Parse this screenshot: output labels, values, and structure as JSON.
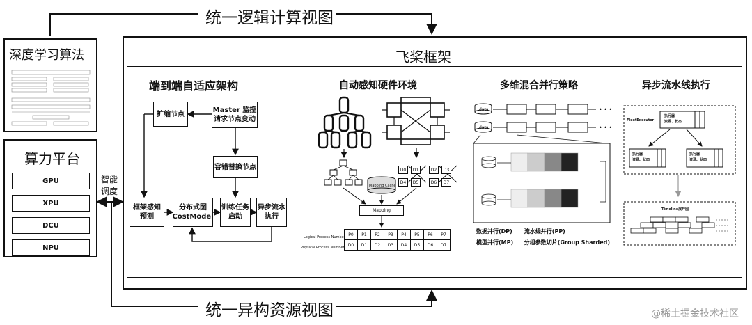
{
  "top_label": "统一逻辑计算视图",
  "bottom_label": "统一异构资源视图",
  "left": {
    "dl_title": "深度学习算法",
    "compute_title": "算力平台",
    "hardware": [
      "GPU",
      "XPU",
      "DCU",
      "NPU"
    ],
    "scheduler": [
      "智能",
      "调度"
    ]
  },
  "framework": {
    "title": "飞桨框架",
    "sections": {
      "adaptive": "端到端自适应架构",
      "hardware_env": "自动感知硬件环境",
      "parallel": "多维混合并行策略",
      "pipeline": "异步流水线执行"
    }
  },
  "adaptive": {
    "scale_node": "扩缩节点",
    "master_node": [
      "Master 监控",
      "请求节点变动"
    ],
    "fault_node": "容错替换节点",
    "aware_node": [
      "框架感知",
      "预测"
    ],
    "cost_node": [
      "分布式图",
      "CostModel"
    ],
    "train_node": [
      "训练任务",
      "启动"
    ],
    "async_node": [
      "异步流水",
      "执行"
    ]
  },
  "hardware_env": {
    "mapping_cache": "Mapping Cache",
    "mapping": "Mapping",
    "logical_label": "Logical Process Number",
    "physical_label": "Physical Process Number",
    "logical": [
      "P0",
      "P1",
      "P2",
      "P3",
      "P4",
      "P5",
      "P6",
      "P7"
    ],
    "physical": [
      "D0",
      "D1",
      "D2",
      "D3",
      "D4",
      "D5",
      "D6",
      "D7"
    ],
    "device_grid": [
      "D0",
      "D1",
      "D2",
      "D3",
      "D4",
      "D5",
      "D6",
      "D7"
    ]
  },
  "parallel": {
    "data_label": "data",
    "legend": [
      "数据并行(DP)",
      "流水线并行(PP)",
      "模型并行(MP)",
      "分组参数切片(Group Sharded)"
    ]
  },
  "pipeline": {
    "fleet_executor": "FleetExecutor",
    "executor": [
      "执行器",
      "资源、状态"
    ],
    "timeline": "Timeline展开图"
  },
  "watermark": "@稀土掘金技术社区"
}
